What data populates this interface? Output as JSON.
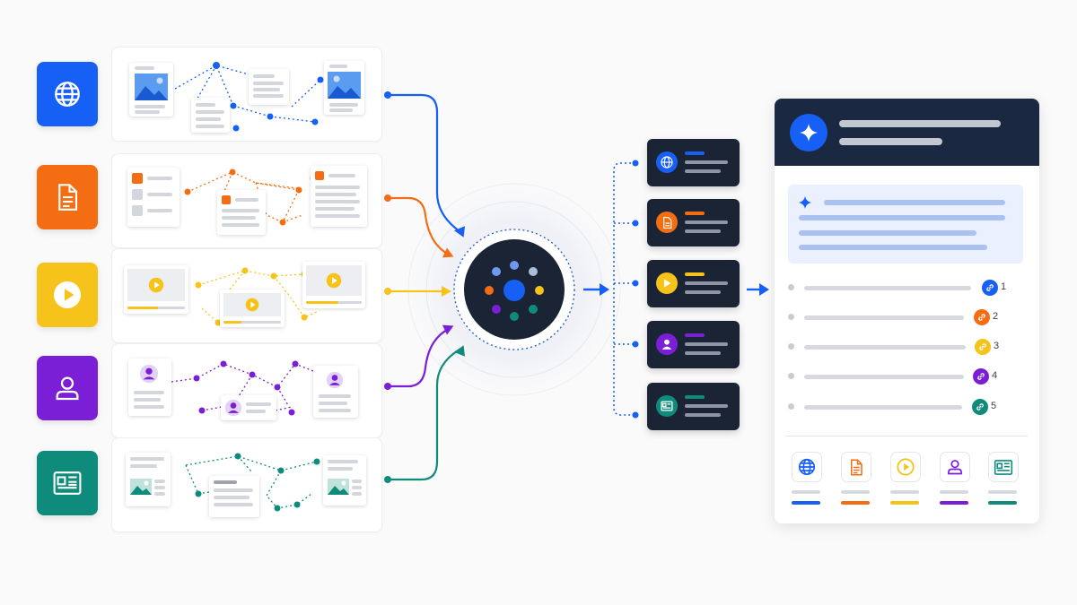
{
  "colors": {
    "blue": "#1660f5",
    "orange": "#f46d12",
    "yellow": "#f6c31b",
    "purple": "#7a1fd6",
    "teal": "#0f8b7c",
    "navy": "#1b2435",
    "light_blue": "#eaf0fd"
  },
  "sources": [
    {
      "id": "web",
      "icon": "globe-icon",
      "color": "#1660f5"
    },
    {
      "id": "documents",
      "icon": "document-icon",
      "color": "#f46d12"
    },
    {
      "id": "video",
      "icon": "play-icon",
      "color": "#f6c31b"
    },
    {
      "id": "people",
      "icon": "user-icon",
      "color": "#7a1fd6"
    },
    {
      "id": "news",
      "icon": "newspaper-icon",
      "color": "#0f8b7c"
    }
  ],
  "hub": {
    "icon": "hub-dots-icon"
  },
  "result": {
    "header_icon": "sparkle-icon",
    "summary_icon": "sparkle-icon",
    "references": [
      {
        "num": "1",
        "icon": "link-icon",
        "color": "#1660f5"
      },
      {
        "num": "2",
        "icon": "link-icon",
        "color": "#f46d12"
      },
      {
        "num": "3",
        "icon": "link-icon",
        "color": "#f6c31b"
      },
      {
        "num": "4",
        "icon": "link-icon",
        "color": "#7a1fd6"
      },
      {
        "num": "5",
        "icon": "link-icon",
        "color": "#0f8b7c"
      }
    ]
  }
}
